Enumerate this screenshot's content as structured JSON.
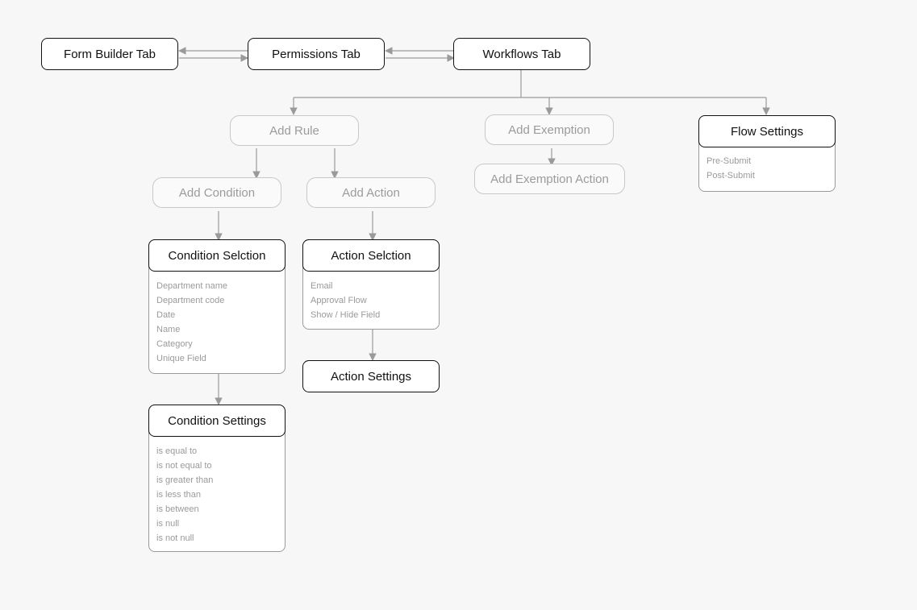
{
  "tabs": {
    "form_builder": "Form Builder Tab",
    "permissions": "Permissions Tab",
    "workflows": "Workflows Tab"
  },
  "workflow_actions": {
    "add_rule": "Add Rule",
    "add_exemption": "Add Exemption",
    "add_exemption_action": "Add Exemption Action",
    "add_condition": "Add Condition",
    "add_action": "Add Action"
  },
  "flow_settings": {
    "title": "Flow Settings",
    "items": [
      "Pre-Submit",
      "Post-Submit"
    ]
  },
  "condition_selection": {
    "title": "Condition Selction",
    "items": [
      "Department name",
      "Department code",
      "Date",
      "Name",
      "Category",
      "Unique Field"
    ]
  },
  "action_selection": {
    "title": "Action Selction",
    "items": [
      "Email",
      "Approval Flow",
      "Show / Hide Field"
    ]
  },
  "action_settings": {
    "title": "Action Settings"
  },
  "condition_settings": {
    "title": "Condition Settings",
    "items": [
      "is equal to",
      "is not equal to",
      "is greater than",
      "is less than",
      "is between",
      "is null",
      "is not null"
    ]
  },
  "colors": {
    "background": "#f7f7f7",
    "connector": "#9a9a9a",
    "ghost_text": "#9b9b9b",
    "ghost_border": "#c8c8c8",
    "list_text": "#9a9a9a",
    "node_border": "#111111"
  }
}
